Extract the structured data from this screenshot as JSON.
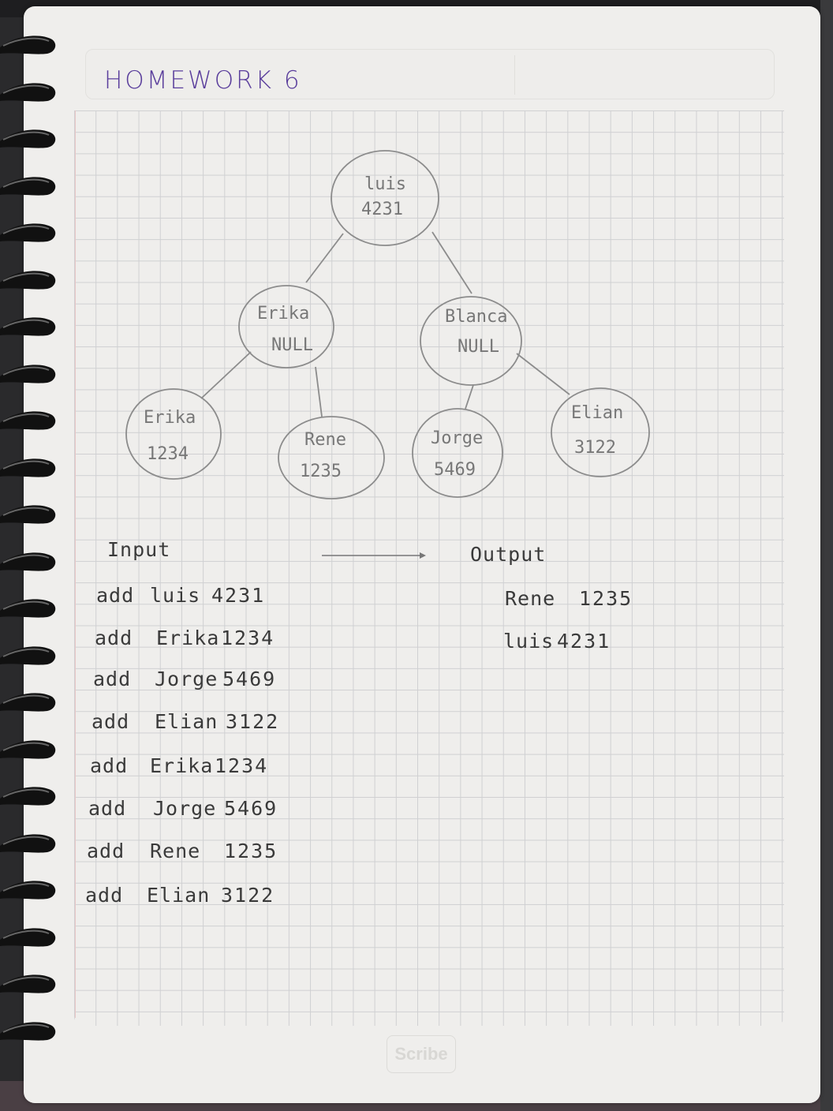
{
  "page": {
    "title": "HOMEWORK 6",
    "brand": "Scribe"
  },
  "tree": {
    "nodes": [
      {
        "id": "root",
        "name": "luis",
        "value": "4231"
      },
      {
        "id": "left",
        "name": "Erika",
        "value": "NULL"
      },
      {
        "id": "right",
        "name": "Blanca",
        "value": "NULL"
      },
      {
        "id": "left-left",
        "name": "Erika",
        "value": "1234"
      },
      {
        "id": "left-right",
        "name": "Rene",
        "value": "1235"
      },
      {
        "id": "right-left",
        "name": "Jorge",
        "value": "5469"
      },
      {
        "id": "right-right",
        "name": "Elian",
        "value": "3122"
      }
    ]
  },
  "input": {
    "heading": "Input",
    "commands": [
      {
        "cmd": "add",
        "name": "luis",
        "value": "4231"
      },
      {
        "cmd": "add",
        "name": "Erika",
        "value": "1234"
      },
      {
        "cmd": "add",
        "name": "Jorge",
        "value": "5469"
      },
      {
        "cmd": "add",
        "name": "Elian",
        "value": "3122"
      },
      {
        "cmd": "add",
        "name": "Erika",
        "value": "1234"
      },
      {
        "cmd": "add",
        "name": "Jorge",
        "value": "5469"
      },
      {
        "cmd": "add",
        "name": "Rene",
        "value": "1235"
      },
      {
        "cmd": "add",
        "name": "Elian",
        "value": "3122"
      }
    ]
  },
  "output": {
    "heading": "Output",
    "lines": [
      {
        "name": "Rene",
        "value": "1235"
      },
      {
        "name": "luis",
        "value": "4231"
      }
    ]
  }
}
